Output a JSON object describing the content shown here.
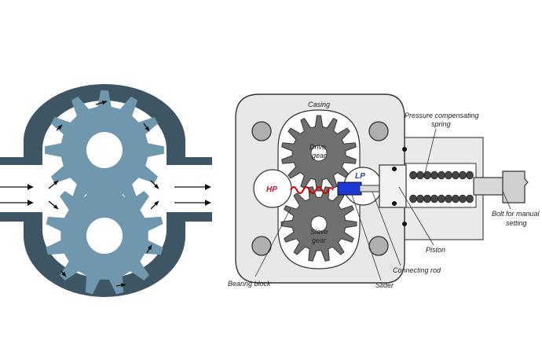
{
  "colors": {
    "housing_dark": "#3e5563",
    "gear_blue": "#6f97ad",
    "casing_light": "#e8e8e8",
    "gear_grey": "#707070",
    "hp_red": "#c8102e",
    "lp_blue": "#1f3fbf",
    "slider_blue": "#1d36d6"
  },
  "labels": {
    "casing": "Casing",
    "drive_gear_1": "Drive",
    "drive_gear_2": "gear",
    "slave_gear_1": "Slave",
    "slave_gear_2": "gear",
    "hp": "HP",
    "lp": "LP",
    "pressure_spring_1": "Pressure compensating",
    "pressure_spring_2": "spring",
    "bolt_1": "Bolt for manual",
    "bolt_2": "setting",
    "piston": "Piston",
    "connecting_rod": "Connecting rod",
    "slider": "Slider",
    "bearing_block": "Bearing block"
  },
  "icons": [
    "flow-arrow-icon",
    "bolt-icon",
    "spring-icon"
  ]
}
